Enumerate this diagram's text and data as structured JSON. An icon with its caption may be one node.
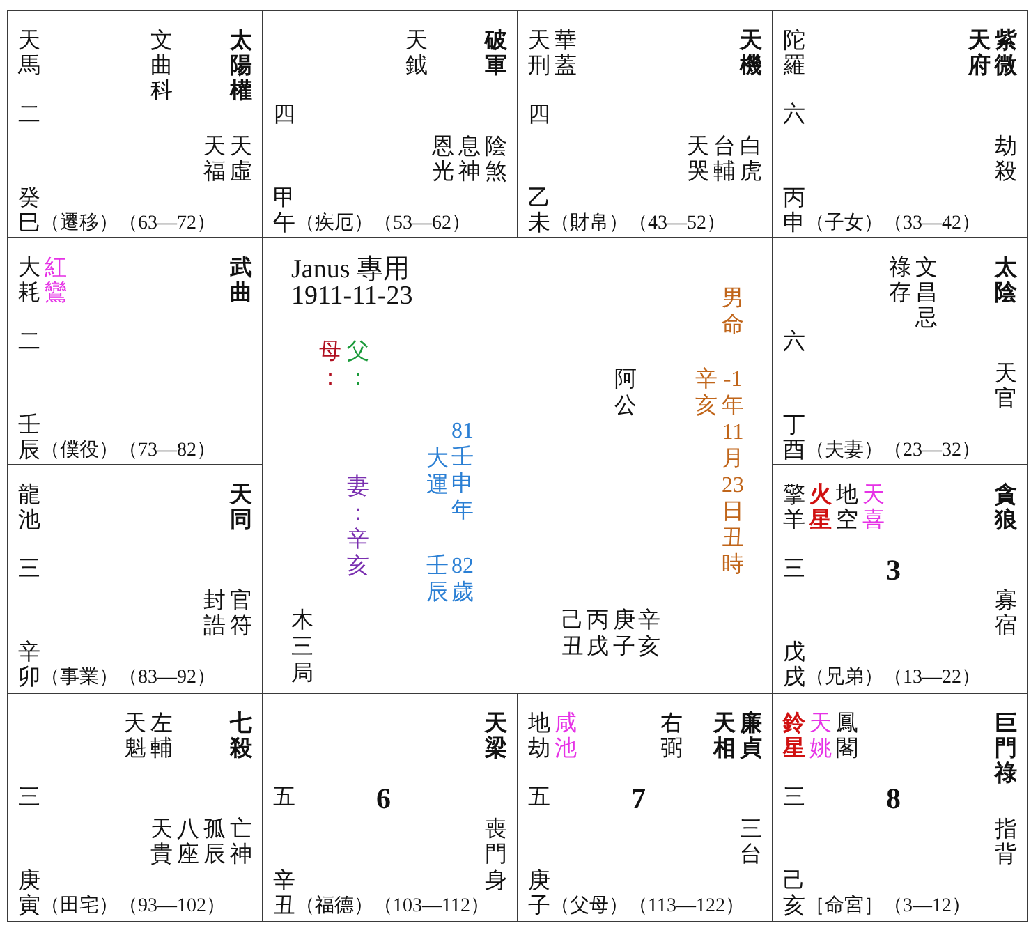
{
  "diagram": {
    "nodes": [
      {
        "text": [
          "天馬",
          "文曲科",
          "太陽權",
          "二",
          "天福",
          "天虛",
          "癸巳",
          "（遷移）（63—72）"
        ]
      },
      {
        "text": [
          "天鉞",
          "破軍",
          "四",
          "恩光",
          "息神",
          "陰煞",
          "甲午",
          "（疾厄）（53—62）"
        ]
      },
      {
        "text": [
          "天刑",
          "華蓋",
          "天機",
          "四",
          "天哭",
          "台輔",
          "白虎",
          "乙未",
          "（財帛）（43—52）"
        ]
      },
      {
        "text": [
          "陀羅",
          "天府",
          "紫微",
          "六",
          "劫殺",
          "丙申",
          "（子女）（33—42）"
        ]
      },
      {
        "text": [
          "大耗",
          "紅鸞",
          "武曲",
          "二",
          "壬辰",
          "（僕役）（73—82）"
        ]
      },
      {
        "text": [
          "Janus 專用",
          "1911-11-23",
          "男命",
          "母：",
          "父：",
          "阿公",
          "辛亥",
          "-1年11月23日丑時",
          "81壬申年",
          "大運",
          "妻：辛亥",
          "壬辰",
          "82歲",
          "木三局",
          "己丑",
          "丙戌",
          "庚子",
          "辛亥"
        ]
      },
      {
        "text": [
          "祿存",
          "文昌忌",
          "太陰",
          "六",
          "天官",
          "丁酉",
          "（夫妻）（23—32）"
        ]
      },
      {
        "text": [
          "龍池",
          "天同",
          "三",
          "封誥",
          "官符",
          "辛卯",
          "（事業）（83—92）"
        ]
      },
      {
        "text": [
          "擎羊",
          "火星",
          "地空",
          "天喜",
          "貪狼",
          "三",
          "3",
          "寡宿",
          "戊戌",
          "（兄弟）（13—22）"
        ]
      },
      {
        "text": [
          "天魁",
          "左輔",
          "七殺",
          "三",
          "天貴",
          "八座",
          "孤辰",
          "亡神",
          "庚寅",
          "（田宅）（93—102）"
        ]
      },
      {
        "text": [
          "天梁",
          "五",
          "6",
          "喪門",
          "辛丑",
          "（福德）（103—112）",
          "身"
        ]
      },
      {
        "text": [
          "地劫",
          "咸池",
          "右弼",
          "天相",
          "廉貞",
          "五",
          "7",
          "三台",
          "庚子",
          "（父母）（113—122）"
        ]
      },
      {
        "text": [
          "鈴星",
          "天姚",
          "鳳閣",
          "巨門祿",
          "三",
          "8",
          "指背",
          "己亥",
          "［命宮］（3—12）"
        ]
      }
    ]
  }
}
